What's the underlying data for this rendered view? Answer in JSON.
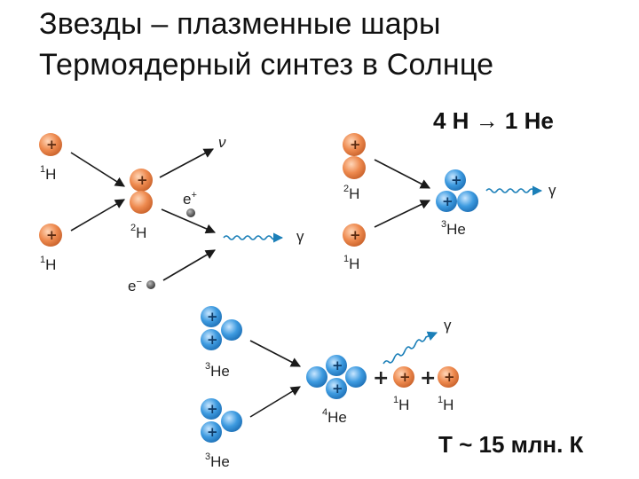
{
  "title": {
    "line1": "Звезды – плазменные шары",
    "line2": "Термоядерный синтез в Солнце"
  },
  "reaction_summary": "4 H → 1 He",
  "temperature": "T ~ 15 млн. К",
  "labels": {
    "nu": "ν",
    "gamma": "γ",
    "positron": "e",
    "electron": "e",
    "positron_charge": "+",
    "electron_charge": "−",
    "proton_charge": "+",
    "hydrogen": "H",
    "helium": "He",
    "mass_1": "1",
    "mass_2": "2",
    "mass_3": "3",
    "mass_4": "4"
  },
  "colors": {
    "proton": "#ee8a4f",
    "helium_nucleon": "#3e9be0",
    "arrow": "#1a1a1a",
    "gamma_wave": "#1b7fb8",
    "particle_dark": "#555555"
  }
}
